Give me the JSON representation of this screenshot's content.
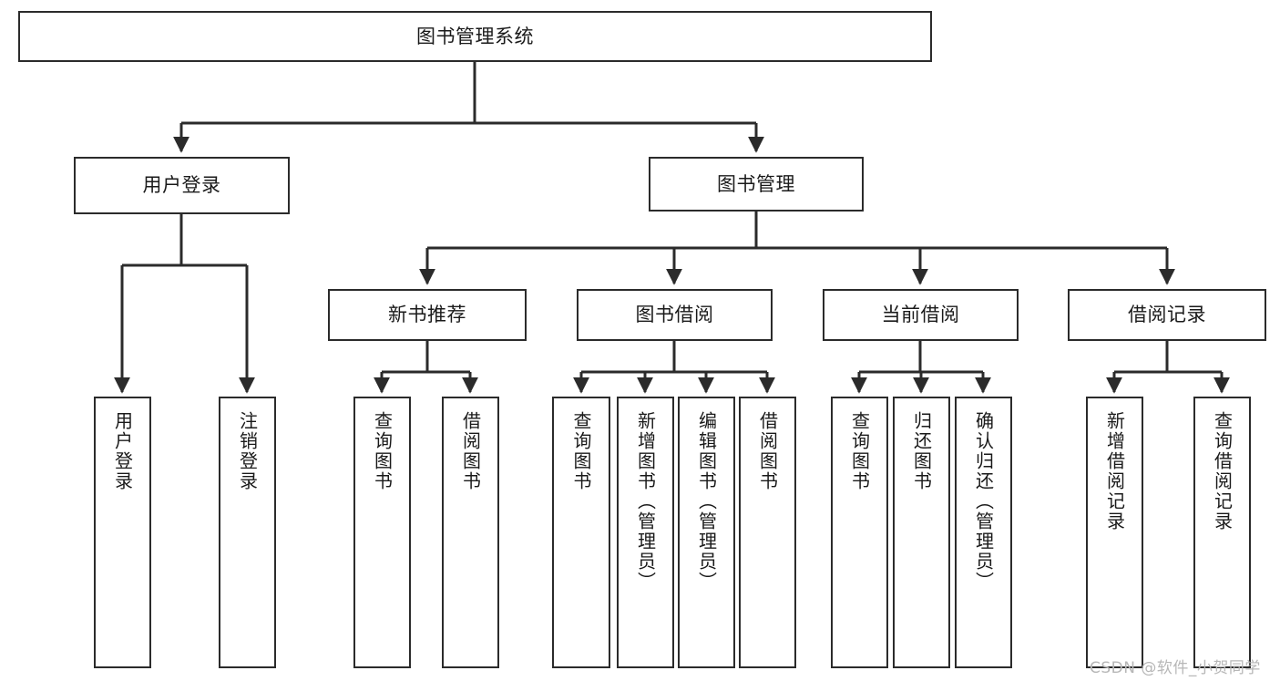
{
  "diagram": {
    "type": "tree-hierarchy-chart",
    "title": "图书管理系统",
    "watermark": "CSDN @软件_小贺同学",
    "colors": {
      "stroke": "#2b2b2b",
      "fill": "#ffffff",
      "text": "#1a1a1a",
      "watermark": "#b7b7b7"
    },
    "root": {
      "label": "图书管理系统"
    },
    "level1": [
      {
        "label": "用户登录"
      },
      {
        "label": "图书管理"
      }
    ],
    "level2": [
      {
        "label": "新书推荐"
      },
      {
        "label": "图书借阅"
      },
      {
        "label": "当前借阅"
      },
      {
        "label": "借阅记录"
      }
    ],
    "leaves": {
      "user_login": [
        {
          "label": "用户登录"
        },
        {
          "label": "注销登录"
        }
      ],
      "new_book": [
        {
          "label": "查询图书"
        },
        {
          "label": "借阅图书"
        }
      ],
      "book_borrow": [
        {
          "label": "查询图书"
        },
        {
          "label": "新增图书（管理员）"
        },
        {
          "label": "编辑图书（管理员）"
        },
        {
          "label": "借阅图书"
        }
      ],
      "current_borrow": [
        {
          "label": "查询图书"
        },
        {
          "label": "归还图书"
        },
        {
          "label": "确认归还（管理员）"
        }
      ],
      "borrow_record": [
        {
          "label": "新增借阅记录"
        },
        {
          "label": "查询借阅记录"
        }
      ]
    }
  }
}
